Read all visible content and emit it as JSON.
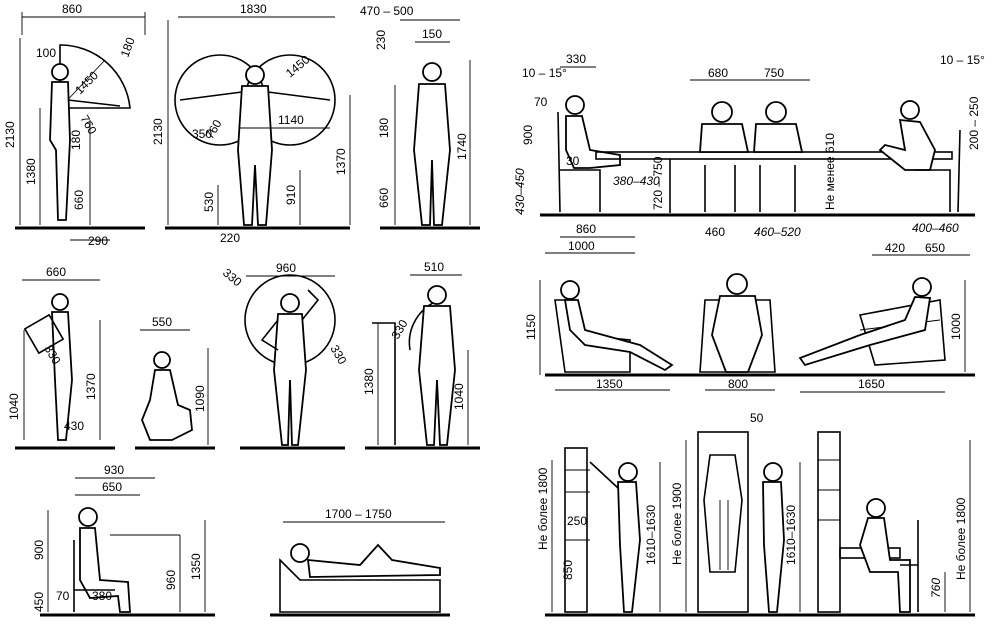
{
  "panels": {
    "standing_side": {
      "width": "860",
      "d100": "100",
      "angle": "180",
      "reach1": "1450",
      "reach2": "760",
      "h180": "180",
      "height": "2130",
      "h1380": "1380",
      "h660": "660",
      "base": "290"
    },
    "standing_front": {
      "span": "1830",
      "height": "2130",
      "reach": "1450",
      "r760": "760",
      "r350": "350",
      "h1140": "1140",
      "h1370": "1370",
      "h910": "910",
      "h530": "530",
      "base": "220"
    },
    "standing_narrow": {
      "width": "470 – 500",
      "top": "230",
      "head": "150",
      "h180": "180",
      "h1740": "1740",
      "h660": "660"
    },
    "bend": {
      "width": "660",
      "r330": "330",
      "h1040": "1040",
      "h1370": "1370",
      "base": "430"
    },
    "crouch": {
      "width": "550",
      "h1090": "1090"
    },
    "arms_up": {
      "span": "960",
      "r1": "330",
      "r2": "330"
    },
    "reach_side": {
      "width": "510",
      "r330": "330",
      "h1380": "1380",
      "h1040": "1040"
    },
    "seated": {
      "w930": "930",
      "w650": "650",
      "h900": "900",
      "h960": "960",
      "h1350": "1350",
      "h450": "450",
      "d70": "70",
      "d380": "380"
    },
    "lying": {
      "length": "1700 – 1750"
    },
    "dining": {
      "angle_l": "10 – 15°",
      "d330": "330",
      "d70": "70",
      "h900": "900",
      "a30": "30",
      "seat": "380–430",
      "table": "720 – 750",
      "h430": "430–450",
      "w860": "860",
      "w1000": "1000",
      "w680": "680",
      "w750": "750",
      "w460": "460",
      "w460_520": "460–520",
      "min610": "Не менее 610",
      "angle_r": "10 – 15°",
      "h200": "200 – 250",
      "w420": "420",
      "w650": "650",
      "w400": "400–460"
    },
    "lounge": {
      "h1150": "1150",
      "w1350": "1350",
      "w800": "800",
      "w1650": "1650",
      "h1000": "1000"
    },
    "storage": {
      "max1800a": "Не более 1800",
      "h250": "250",
      "h850": "850",
      "h1610a": "1610–1630",
      "max1900": "Не более 1900",
      "d50": "50",
      "h1610b": "1610–1630",
      "max1800b": "Не более 1800",
      "h760": "760"
    }
  }
}
